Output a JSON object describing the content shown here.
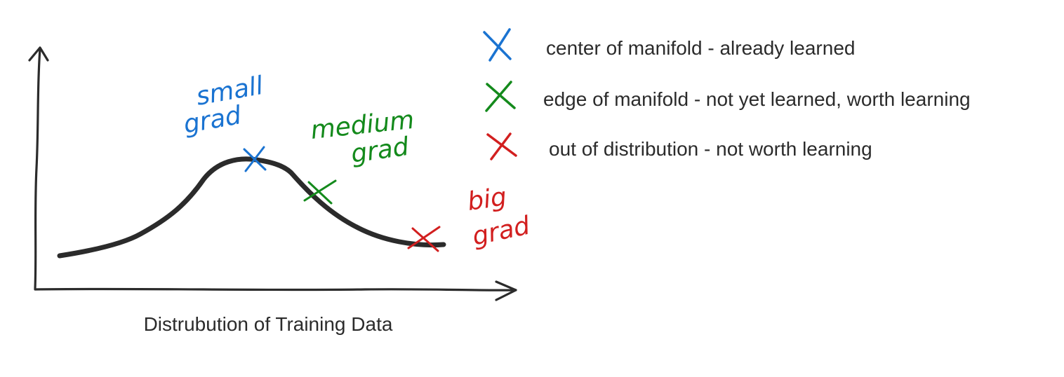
{
  "colors": {
    "ink": "#2b2b2b",
    "blue": "#1a73d1",
    "green": "#148a1c",
    "red": "#d21f1f"
  },
  "diagram": {
    "x_axis_label": "Distrubution of Training Data",
    "annotations": {
      "small": {
        "line1": "small",
        "line2": "grad"
      },
      "medium": {
        "line1": "medium",
        "line2": "grad"
      },
      "big": {
        "line1": "big",
        "line2": "grad"
      }
    },
    "markers": [
      {
        "name": "center-marker",
        "color": "blue"
      },
      {
        "name": "edge-marker",
        "color": "green"
      },
      {
        "name": "ood-marker",
        "color": "red"
      }
    ]
  },
  "legend": [
    {
      "color": "blue",
      "icon": "x-mark-icon",
      "text": "center of manifold - already learned"
    },
    {
      "color": "green",
      "icon": "x-mark-icon",
      "text": "edge of manifold - not yet learned, worth learning"
    },
    {
      "color": "red",
      "icon": "x-mark-icon",
      "text": "out of distribution - not worth learning"
    }
  ]
}
